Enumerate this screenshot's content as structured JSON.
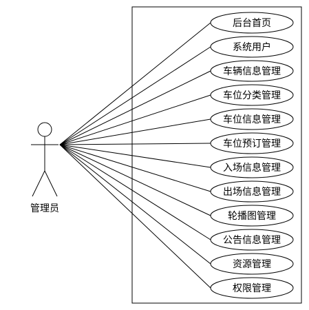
{
  "actor": {
    "name": "管理员"
  },
  "use_cases": [
    {
      "label": "后台首页"
    },
    {
      "label": "系统用户"
    },
    {
      "label": "车辆信息管理"
    },
    {
      "label": "车位分类管理"
    },
    {
      "label": "车位信息管理"
    },
    {
      "label": "车位预订管理"
    },
    {
      "label": "入场信息管理"
    },
    {
      "label": "出场信息管理"
    },
    {
      "label": "轮播图管理"
    },
    {
      "label": "公告信息管理"
    },
    {
      "label": "资源管理"
    },
    {
      "label": "权限管理"
    }
  ],
  "colors": {
    "stroke": "#000000",
    "background": "#ffffff"
  }
}
